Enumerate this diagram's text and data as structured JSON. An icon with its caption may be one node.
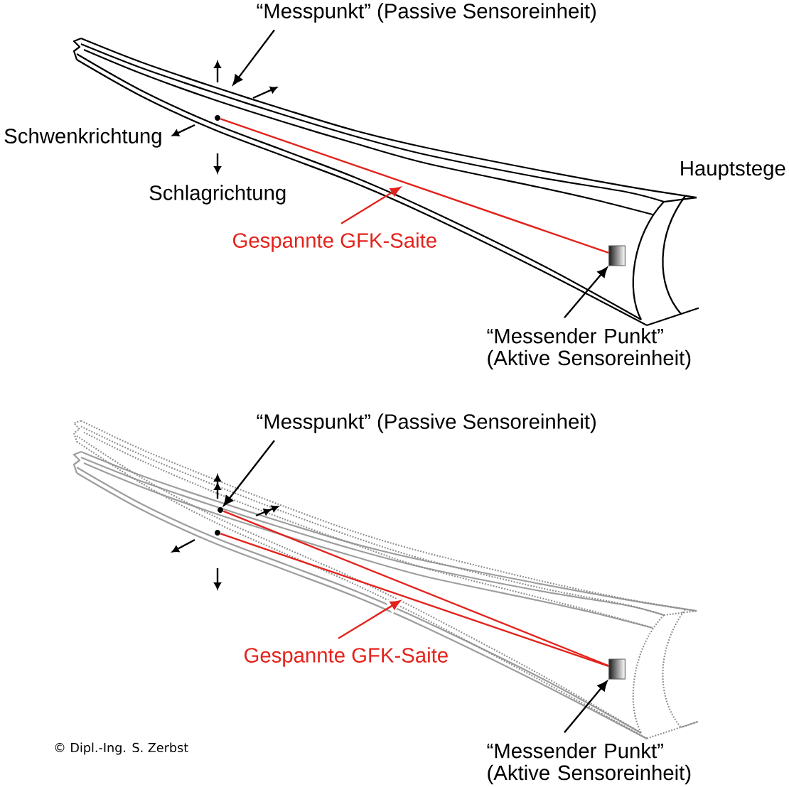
{
  "diagram": {
    "nodes": [
      {
        "text": [
          "“Messpunkt” (Passive Sensoreinheit)"
        ]
      },
      {
        "text": [],
        "shape": "circle"
      },
      {
        "text": [
          "Gespannte GFK-Saite"
        ]
      },
      {
        "text": [],
        "shape": "box"
      },
      {
        "text": [
          "“Messender Punkt” (Aktive Sensoreinheit)"
        ]
      },
      {
        "text": [
          "“Messpunkt” (Passive Sensoreinheit)"
        ]
      },
      {
        "text": [],
        "shape": "circle"
      },
      {
        "text": [],
        "shape": "circle"
      },
      {
        "text": [
          "Gespannte GFK-Saite"
        ]
      },
      {
        "text": [],
        "shape": "box"
      },
      {
        "text": [
          "“Messender Punkt” (Aktive Sensoreinheit)"
        ]
      }
    ],
    "edges": [
      {
        "from": 0,
        "to": null,
        "arrow": "to",
        "color": "#000000"
      },
      {
        "from": 1,
        "to": 3,
        "arrow": "none",
        "color": "#e3231c"
      },
      {
        "from": 2,
        "to": null,
        "arrow": "to",
        "color": "#e3231c"
      },
      {
        "from": 4,
        "to": 3,
        "arrow": "to",
        "color": "#000000"
      },
      {
        "from": 5,
        "to": 6,
        "arrow": "to",
        "color": "#000000"
      },
      {
        "from": 6,
        "to": 9,
        "arrow": "none",
        "color": "#e3231c"
      },
      {
        "from": 7,
        "to": 9,
        "arrow": "none",
        "color": "#e3231c"
      },
      {
        "from": 8,
        "to": null,
        "arrow": "to",
        "color": "#e3231c"
      },
      {
        "from": 10,
        "to": 9,
        "arrow": "to",
        "color": "#000000"
      }
    ],
    "labels": [
      "Schwenkrichtung",
      "Hauptstege",
      "Schlagrichtung",
      "© Dipl.-Ing. S. Zerbst"
    ]
  }
}
